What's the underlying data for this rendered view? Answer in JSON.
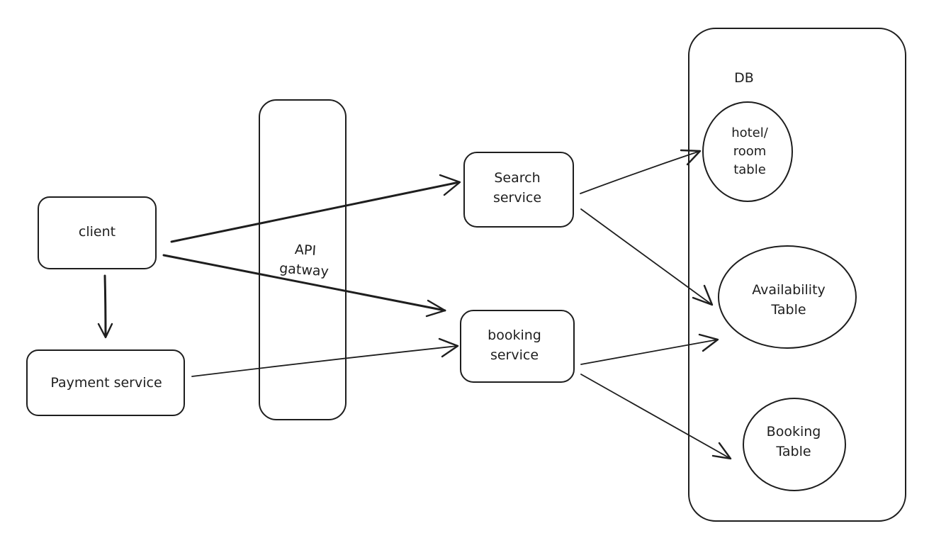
{
  "nodes": {
    "client": {
      "label": "client"
    },
    "payment_service": {
      "label": "Payment service"
    },
    "api_gateway": {
      "label_lines": [
        "API",
        "gatway"
      ]
    },
    "search_service": {
      "label_lines": [
        "Search",
        "service"
      ]
    },
    "booking_service": {
      "label_lines": [
        "booking",
        "service"
      ]
    },
    "db": {
      "label": "DB"
    },
    "hotel_room_table": {
      "label_lines": [
        "hotel/",
        "room",
        "table"
      ]
    },
    "availability_table": {
      "label_lines": [
        "Availability",
        "Table"
      ]
    },
    "booking_table": {
      "label_lines": [
        "Booking",
        "Table"
      ]
    }
  },
  "edges": [
    {
      "from": "client",
      "to": "search_service"
    },
    {
      "from": "client",
      "to": "booking_service"
    },
    {
      "from": "client",
      "to": "payment_service"
    },
    {
      "from": "payment_service",
      "to": "booking_service"
    },
    {
      "from": "search_service",
      "to": "hotel_room_table"
    },
    {
      "from": "search_service",
      "to": "availability_table"
    },
    {
      "from": "booking_service",
      "to": "availability_table"
    },
    {
      "from": "booking_service",
      "to": "booking_table"
    }
  ]
}
